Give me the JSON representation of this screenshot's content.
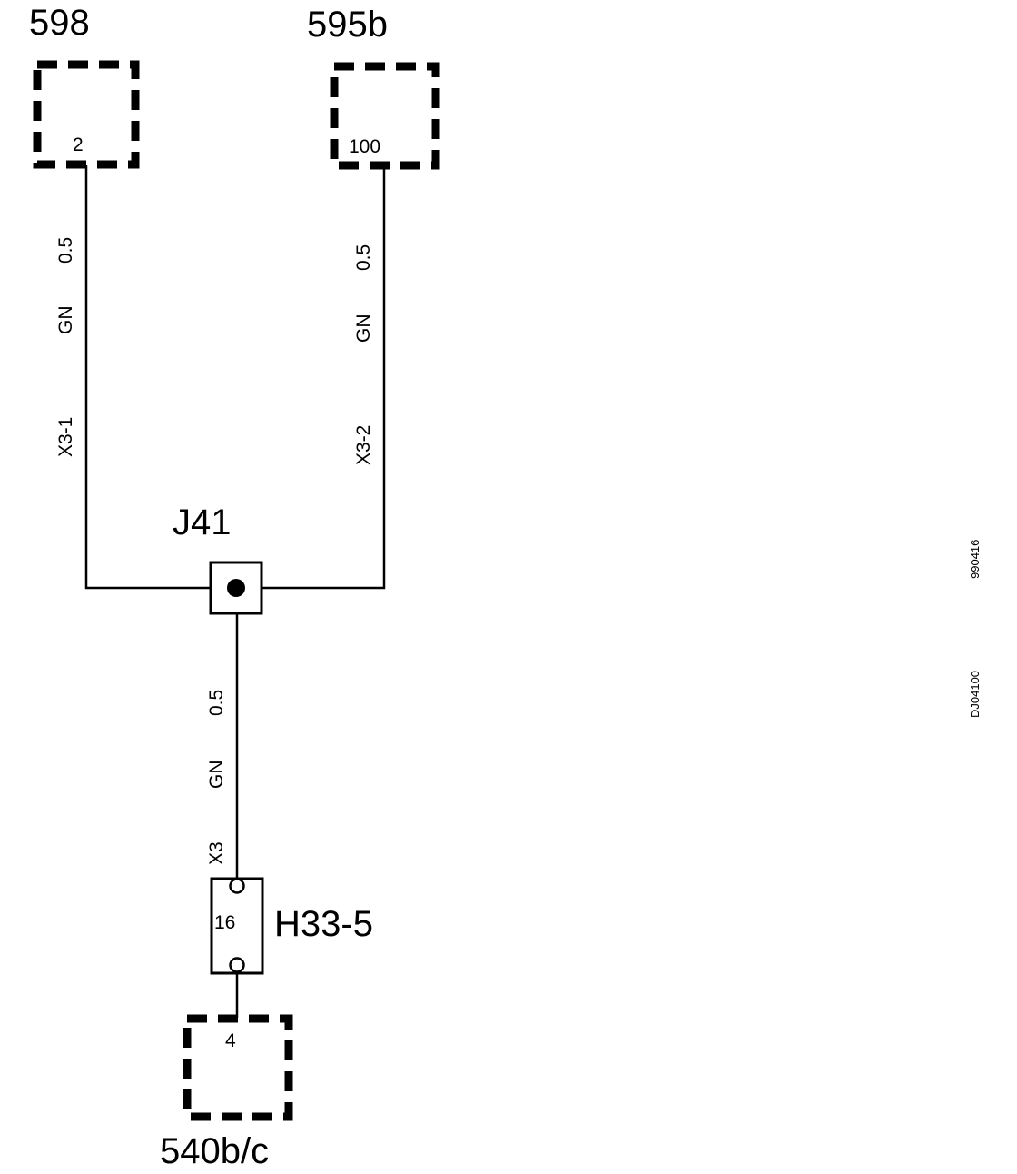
{
  "components": {
    "c598": {
      "label": "598",
      "pin": "2"
    },
    "c595b": {
      "label": "595b",
      "pin": "100"
    },
    "j41": {
      "label": "J41"
    },
    "h33": {
      "label": "H33-5",
      "pin": "16"
    },
    "c540": {
      "label": "540b/c",
      "pin": "4"
    }
  },
  "wires": {
    "left": {
      "size": "0.5",
      "color": "GN",
      "connector": "X3-1"
    },
    "right": {
      "size": "0.5",
      "color": "GN",
      "connector": "X3-2"
    },
    "bottom": {
      "size": "0.5",
      "color": "GN",
      "connector": "X3"
    }
  },
  "codes": {
    "date": "990416",
    "ref": "DJ04100"
  }
}
